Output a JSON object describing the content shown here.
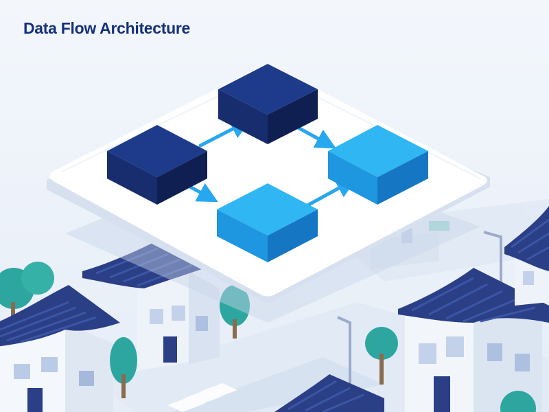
{
  "page": {
    "title": "Data Flow Architecture"
  },
  "diagram": {
    "nodes": [
      {
        "id": "node-top",
        "color": "navy"
      },
      {
        "id": "node-left",
        "color": "navy"
      },
      {
        "id": "node-right",
        "color": "sky"
      },
      {
        "id": "node-bottom",
        "color": "sky"
      }
    ],
    "edges": [
      {
        "from": "node-left",
        "to": "node-top"
      },
      {
        "from": "node-top",
        "to": "node-right"
      },
      {
        "from": "node-left",
        "to": "node-bottom"
      },
      {
        "from": "node-bottom",
        "to": "node-right"
      }
    ]
  },
  "colors": {
    "navy_top": "#1e3a8a",
    "navy_left": "#172d6e",
    "navy_right": "#0f1f52",
    "sky_top": "#2fb6f3",
    "sky_left": "#1e96e0",
    "sky_right": "#1577c4",
    "arrow": "#27a7ef",
    "title": "#15307a",
    "roof": "#2a3f86",
    "tree": "#2ea6a0"
  }
}
